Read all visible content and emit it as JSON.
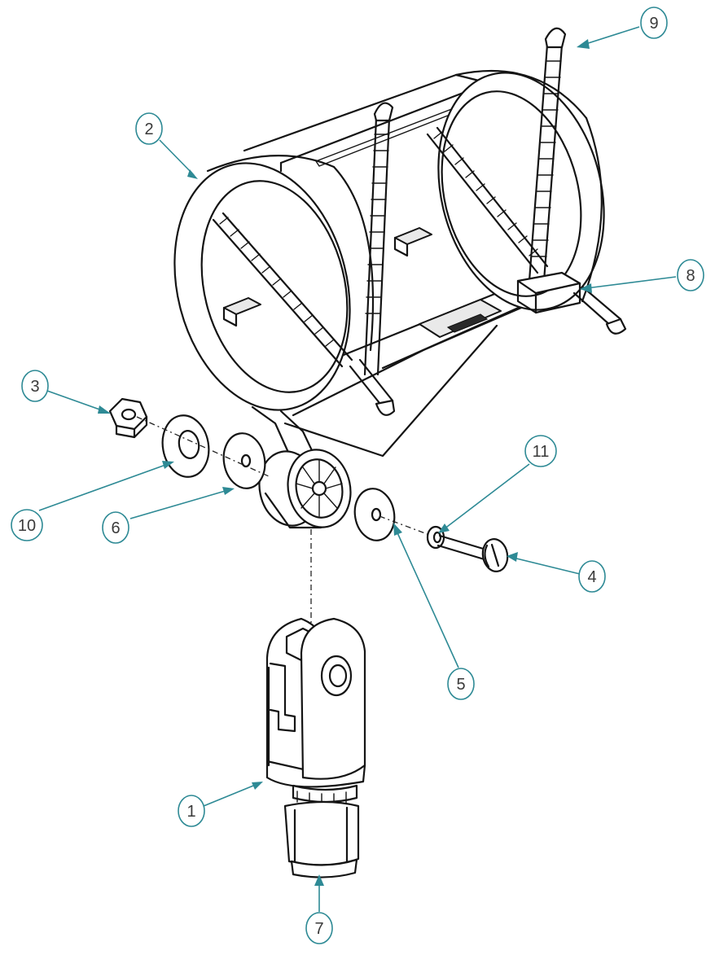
{
  "callouts": [
    {
      "id": "callout-1",
      "label": "1"
    },
    {
      "id": "callout-2",
      "label": "2"
    },
    {
      "id": "callout-3",
      "label": "3"
    },
    {
      "id": "callout-4",
      "label": "4"
    },
    {
      "id": "callout-5",
      "label": "5"
    },
    {
      "id": "callout-6",
      "label": "6"
    },
    {
      "id": "callout-7",
      "label": "7"
    },
    {
      "id": "callout-8",
      "label": "8"
    },
    {
      "id": "callout-9",
      "label": "9"
    },
    {
      "id": "callout-10",
      "label": "10"
    },
    {
      "id": "callout-11",
      "label": "11"
    }
  ],
  "colors": {
    "callout": "#2e8a95",
    "ink": "#141414",
    "background": "#ffffff"
  }
}
